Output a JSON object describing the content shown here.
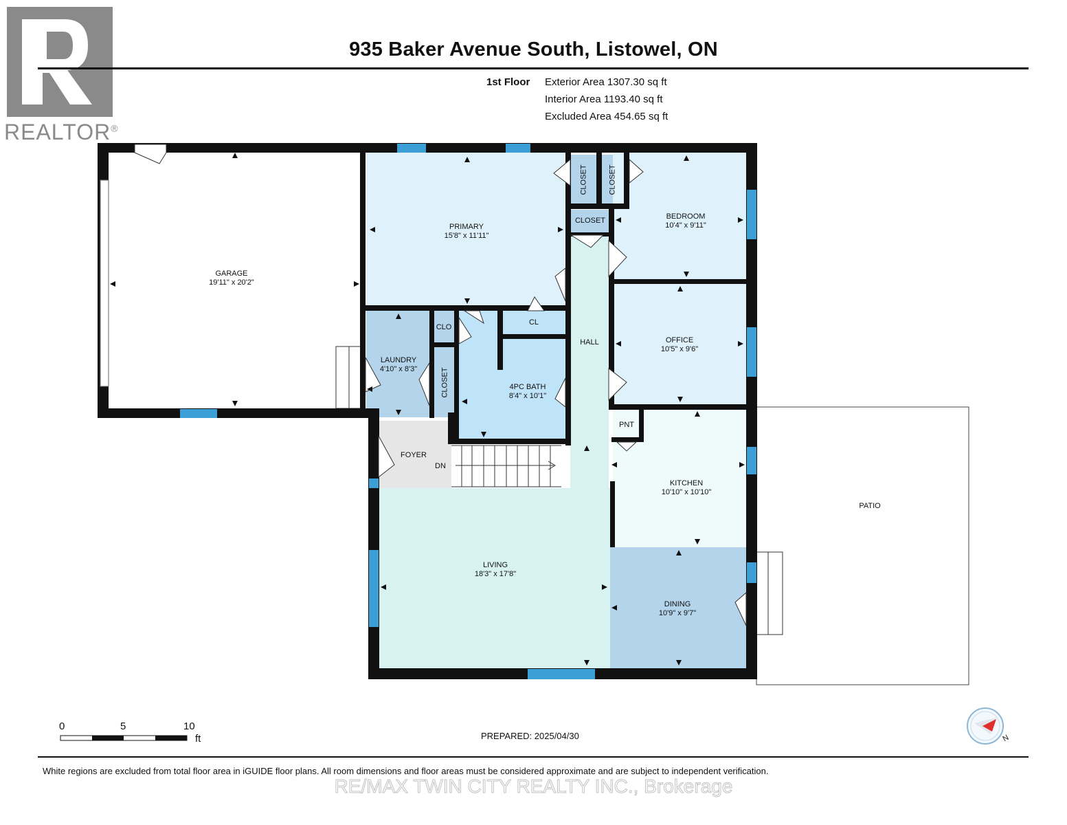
{
  "logo": {
    "text": "REALTOR",
    "mark": "®"
  },
  "title": "935 Baker Avenue South, Listowel, ON",
  "floor": {
    "name": "1st Floor",
    "exterior_area": "Exterior Area 1307.30 sq ft",
    "interior_area": "Interior Area 1193.40 sq ft",
    "excluded_area": "Excluded Area 454.65 sq ft"
  },
  "rooms": {
    "garage": {
      "name": "GARAGE",
      "dims": "19'11\" x 20'2\""
    },
    "primary": {
      "name": "PRIMARY",
      "dims": "15'8\" x 11'11\""
    },
    "bedroom": {
      "name": "BEDROOM",
      "dims": "10'4\" x 9'11\""
    },
    "office": {
      "name": "OFFICE",
      "dims": "10'5\" x 9'6\""
    },
    "laundry": {
      "name": "LAUNDRY",
      "dims": "4'10\" x 8'3\""
    },
    "bath": {
      "name": "4PC BATH",
      "dims": "8'4\" x 10'1\""
    },
    "hall": {
      "name": "HALL"
    },
    "foyer": {
      "name": "FOYER"
    },
    "stairs": {
      "name": "DN"
    },
    "kitchen": {
      "name": "KITCHEN",
      "dims": "10'10\" x 10'10\""
    },
    "living": {
      "name": "LIVING",
      "dims": "18'3\" x 17'8\""
    },
    "dining": {
      "name": "DINING",
      "dims": "10'9\" x 9'7\""
    },
    "patio": {
      "name": "PATIO"
    },
    "pantry": {
      "name": "PNT"
    },
    "closet_primary_1": {
      "name": "CLOSET"
    },
    "closet_bedroom": {
      "name": "CLOSET"
    },
    "closet_hall": {
      "name": "CLOSET"
    },
    "closet_clo": {
      "name": "CLO"
    },
    "closet_cl": {
      "name": "CL"
    },
    "closet_laundry": {
      "name": "CLOSET"
    }
  },
  "scale": {
    "labels": [
      "0",
      "5",
      "10"
    ],
    "unit": "ft"
  },
  "prepared": "PREPARED: 2025/04/30",
  "compass": {
    "label": "N"
  },
  "footnote": "White regions are excluded from total floor area in iGUIDE floor plans. All room dimensions and floor areas must be considered approximate and are subject to independent verification.",
  "brokerage": "RE/MAX TWIN CITY REALTY INC., Brokerage",
  "colors": {
    "wall": "#111111",
    "window": "#3c9fd6",
    "room_light_blue": "#dff1fb",
    "room_mid_blue": "#b3d4ea",
    "bath_blue": "#bfe3f8",
    "kitchen_mint": "#eefbfa",
    "living_teal": "#d8f2f2",
    "foyer_gray": "#e6e6e6",
    "logo_gray": "#8a8a8a",
    "compass_red": "#e02d2d"
  }
}
